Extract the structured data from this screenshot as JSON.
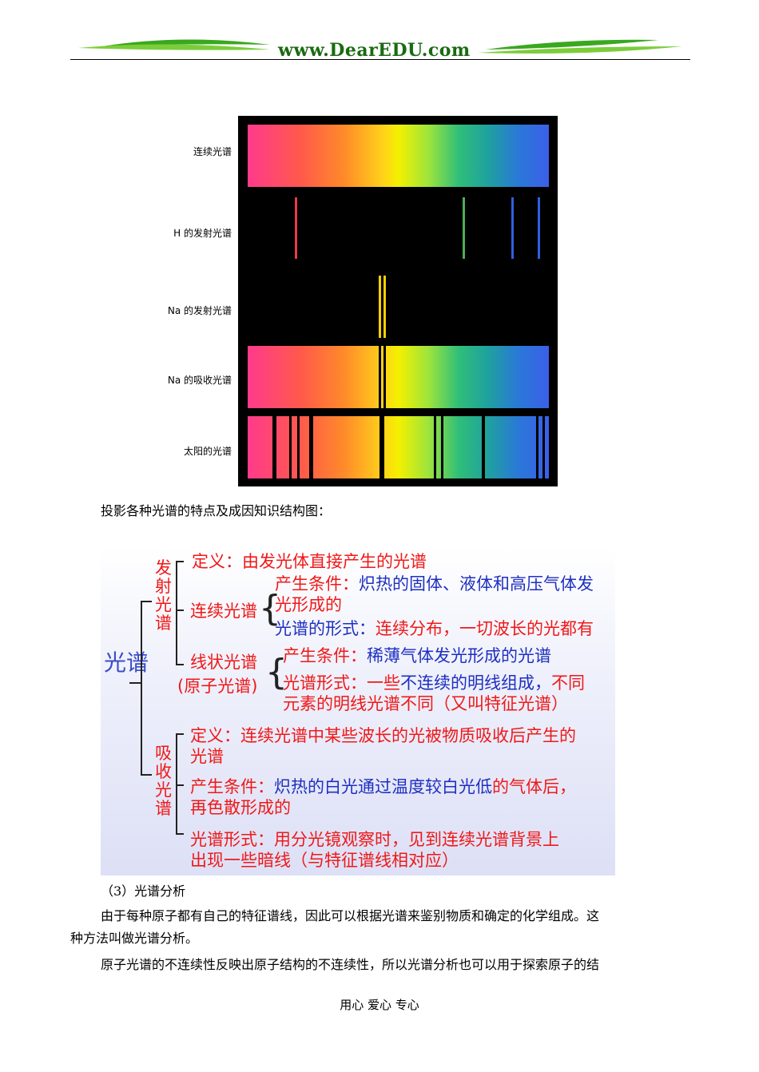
{
  "header": {
    "site_url": "www.DearEDU.com"
  },
  "spectrum_figure": {
    "labels": {
      "continuous": "连续光谱",
      "h_emission": "H 的发射光谱",
      "na_emission": "Na 的发射光谱",
      "na_absorption": "Na 的吸收光谱",
      "sun": "太阳的光谱"
    },
    "colors": {
      "background": "#000000",
      "na_line": "#f5d000",
      "h_red": "#e83a4a",
      "h_green": "#4caf50",
      "h_blue": "#3060e0"
    }
  },
  "caption": "投影各种光谱的特点及成因知识结构图：",
  "diagram": {
    "root": "光谱",
    "emission": {
      "title": "发射光谱",
      "definition": "定义：由发光体直接产生的光谱",
      "continuous": {
        "title": "连续光谱",
        "cond_label": "产生条件：",
        "cond_text_1": "炽热的固体、液体和高压气体发",
        "cond_text_2": "光形成的",
        "form_label": "光谱的形式：",
        "form_text": "连续分布，一切波长的光都有"
      },
      "line": {
        "title": "线状光谱",
        "subtitle": "(原子光谱)",
        "cond_label": "产生条件：",
        "cond_text": "稀薄气体发光形成的光谱",
        "form_label": "光谱形式：",
        "form_text_1": "一些",
        "form_text_2": "不连续的明线组成，",
        "form_text_3": "不同",
        "form_text_4": "元素的明线光谱不同（又叫特征光谱）"
      }
    },
    "absorption": {
      "title": "吸收光谱",
      "definition_1": "定义：连续光谱中某些波长的光被物质吸收后产生的",
      "definition_2": "光谱",
      "cond_label": "产生条件：",
      "cond_text_1": "炽热的白光通过温度较白光低",
      "cond_text_2": "的气体后，",
      "cond_text_3": "再色散形成的",
      "form_1": "光谱形式：用分光镜观察时，见到连续光谱背景上",
      "form_2": "出现一些暗线（与特征谱线相对应）"
    }
  },
  "section": {
    "heading": "（3）光谱分析",
    "para1_line1": "由于每种原子都有自己的特征谱线，因此可以根据光谱来鉴别物质和确定的化学组成。这",
    "para1_line2": "种方法叫做光谱分析。",
    "para2_line1": "原子光谱的不连续性反映出原子结构的不连续性，所以光谱分析也可以用于探索原子的结"
  },
  "footer": "用心 爱心 专心"
}
